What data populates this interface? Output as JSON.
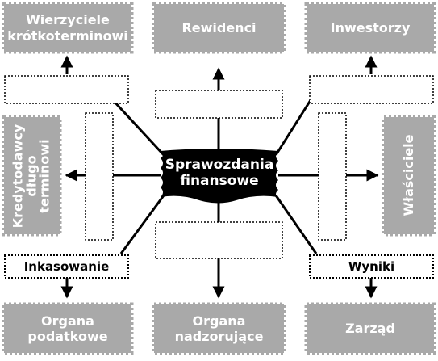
{
  "colors": {
    "stakeholder_fill": "#a9a9a9",
    "center_fill": "#000000",
    "line": "#000000",
    "dotted_border": "#000000",
    "background": "#ffffff"
  },
  "center": {
    "line1": "Sprawozdania",
    "line2": "finansowe"
  },
  "stakeholders": {
    "creditors_short": {
      "line1": "Wierzyciele",
      "line2": "krótkoterminowi"
    },
    "auditors": "Rewidenci",
    "investors": "Inwestorzy",
    "lenders_long": {
      "line1": "Kredytodawcy",
      "line2": "długo",
      "line3": "terminowi"
    },
    "owners": "Właściciele",
    "tax_authorities": {
      "line1": "Organa",
      "line2": "podatkowe"
    },
    "supervisory_bodies": {
      "line1": "Organa",
      "line2": "nadzorujące"
    },
    "management": "Zarząd"
  },
  "side_boxes": {
    "collection": "Inkasowanie",
    "results": "Wyniki"
  }
}
